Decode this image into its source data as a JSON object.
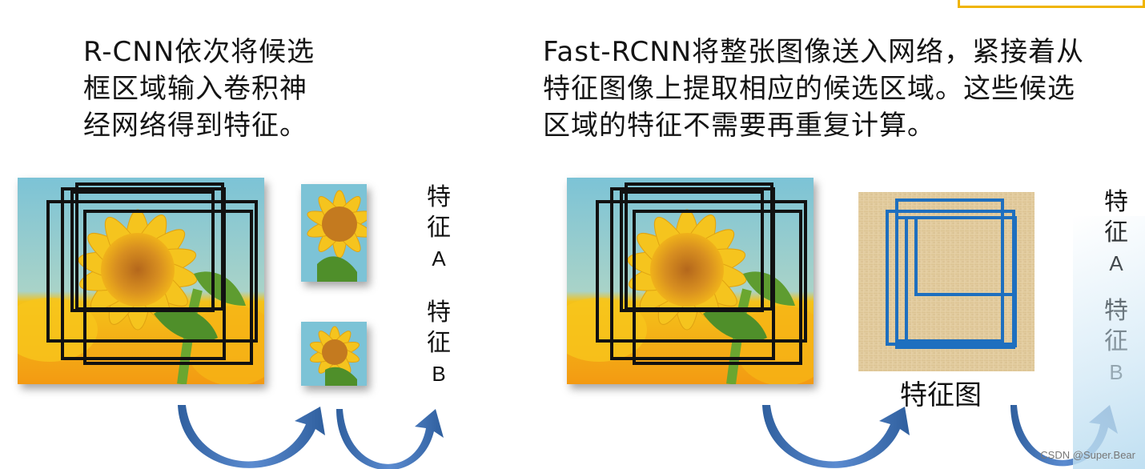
{
  "left_panel": {
    "caption_lines": [
      "R-CNN依次将候选",
      "框区域输入卷积神",
      "经网络得到特征。"
    ],
    "feature_a": [
      "特",
      "征",
      "A"
    ],
    "feature_b": [
      "特",
      "征",
      "B"
    ]
  },
  "right_panel": {
    "caption_lines": [
      "Fast-RCNN将整张图像送入网络，紧接着从",
      "特征图像上提取相应的候选区域。这些候选",
      "区域的特征不需要再重复计算。"
    ],
    "feature_map_label": "特征图",
    "feature_a": [
      "特",
      "征",
      "A"
    ],
    "feature_b": [
      "特",
      "征",
      "B"
    ]
  },
  "watermark": "CSDN @Super.Bear",
  "colors": {
    "proposal_box": "#111111",
    "feature_box": "#1e6fbf",
    "arrow": "#3d6eb0",
    "highlight_border": "#f0b400"
  }
}
